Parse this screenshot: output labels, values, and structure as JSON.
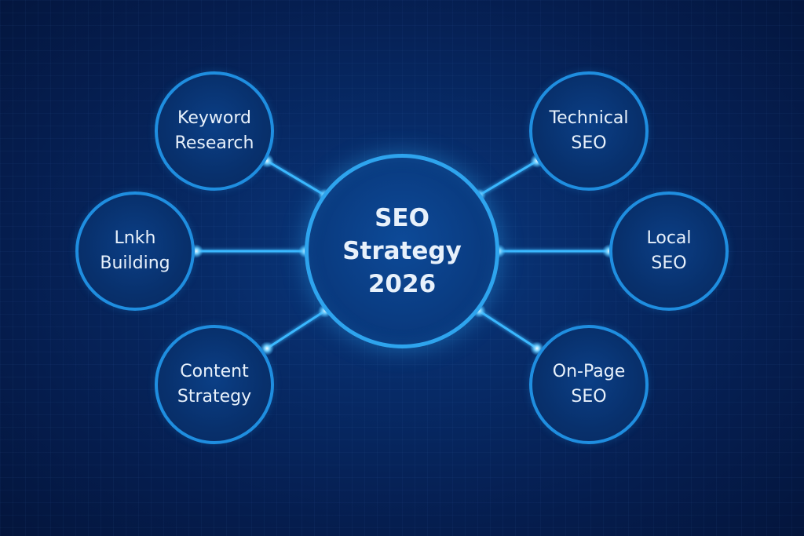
{
  "diagram": {
    "title": "SEO Strategy 2026",
    "center": {
      "lines": [
        "SEO",
        "Strategy",
        "2026"
      ]
    },
    "nodes": [
      {
        "id": "keyword-research",
        "lines": [
          "Keyword",
          "Research"
        ]
      },
      {
        "id": "technical-seo",
        "lines": [
          "Technical",
          "SEO"
        ]
      },
      {
        "id": "link-building",
        "lines": [
          "Lnkh",
          "Building"
        ]
      },
      {
        "id": "local-seo",
        "lines": [
          "Local",
          "SEO"
        ]
      },
      {
        "id": "content-strategy",
        "lines": [
          "Content",
          "Strategy"
        ]
      },
      {
        "id": "on-page-seo",
        "lines": [
          "On-Page",
          "SEO"
        ]
      }
    ]
  },
  "colors": {
    "background": "#051d4e",
    "ring": "#1f8ee0",
    "center_ring": "#2ea4ee",
    "connector": "#3bb8ff",
    "text": "#e8f1fb"
  }
}
